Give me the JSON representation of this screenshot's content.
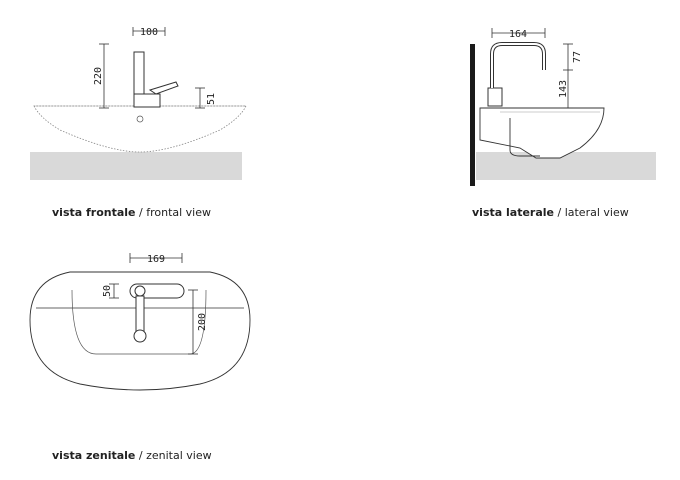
{
  "views": {
    "front": {
      "caption_bold": "vista frontale",
      "caption_rest": " / frontal view",
      "dims": {
        "width": "100",
        "height": "220",
        "lever": "51"
      }
    },
    "lateral": {
      "caption_bold": "vista laterale",
      "caption_rest": " / lateral view",
      "dims": {
        "reach": "164",
        "top": "77",
        "height": "143"
      }
    },
    "zenital": {
      "caption_bold": "vista zenitale",
      "caption_rest": " / zenital view",
      "dims": {
        "width": "169",
        "depth": "50",
        "offset": "200"
      }
    }
  },
  "colors": {
    "line": "#333333",
    "counter": "#d9d9d9",
    "wall": "#1a1a1a"
  }
}
